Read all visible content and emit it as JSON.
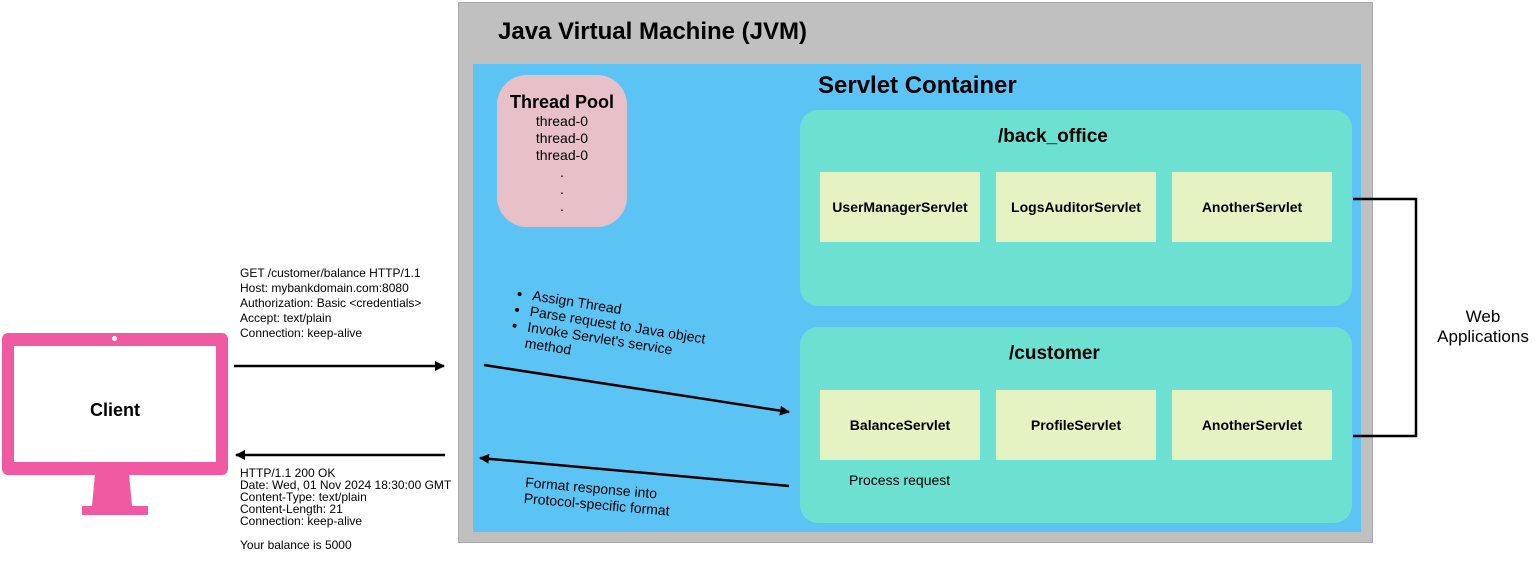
{
  "jvm": {
    "title": "Java Virtual Machine (JVM)"
  },
  "servlet_container": {
    "title": "Servlet Container"
  },
  "thread_pool": {
    "title": "Thread Pool",
    "lines": [
      "thread-0",
      "thread-0",
      "thread-0",
      ".",
      ".",
      "."
    ]
  },
  "web_apps": [
    {
      "path": "/back_office",
      "servlets": [
        "UserManagerServlet",
        "LogsAuditorServlet",
        "AnotherServlet"
      ]
    },
    {
      "path": "/customer",
      "servlets": [
        "BalanceServlet",
        "ProfileServlet",
        "AnotherServlet"
      ]
    }
  ],
  "client": {
    "label": "Client"
  },
  "request": {
    "lines": [
      "GET /customer/balance HTTP/1.1",
      "Host: mybankdomain.com:8080",
      "Authorization: Basic <credentials>",
      "Accept: text/plain",
      "Connection: keep-alive"
    ]
  },
  "response": {
    "lines": [
      "HTTP/1.1 200 OK",
      "Date: Wed, 01 Nov 2024 18:30:00 GMT",
      "Content-Type: text/plain",
      "Content-Length: 21",
      "Connection: keep-alive"
    ],
    "body": "Your balance is 5000"
  },
  "container_steps": [
    "Assign Thread",
    "Parse request to Java object",
    "Invoke Servlet's service method"
  ],
  "format_response": [
    "Format response into",
    "Protocol-specific format"
  ],
  "process_request": "Process request",
  "web_applications_label": "Web Applications",
  "colors": {
    "jvm": "#c0c0c0",
    "servlet_container": "#5bc4f5",
    "thread_pool": "#e7c1c7",
    "web_app": "#6ce0d1",
    "servlet": "#e5f2c2",
    "client": "#ef5aa3"
  }
}
